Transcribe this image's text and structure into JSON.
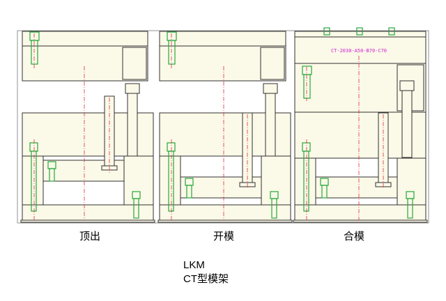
{
  "drawing_labels": {
    "part_code": "CT-2030-A50-B70-C70"
  },
  "captions": {
    "ejecting": "顶出",
    "mold_open": "开模",
    "mold_closed": "合模"
  },
  "title": {
    "brand": "LKM",
    "subtitle": "CT型模架"
  },
  "colors": {
    "plate_fill": "#fbf9e8",
    "line": "#303030",
    "centerline": "#e0303a",
    "bolt_green": "#25a83a",
    "label_magenta": "#d020d0"
  }
}
